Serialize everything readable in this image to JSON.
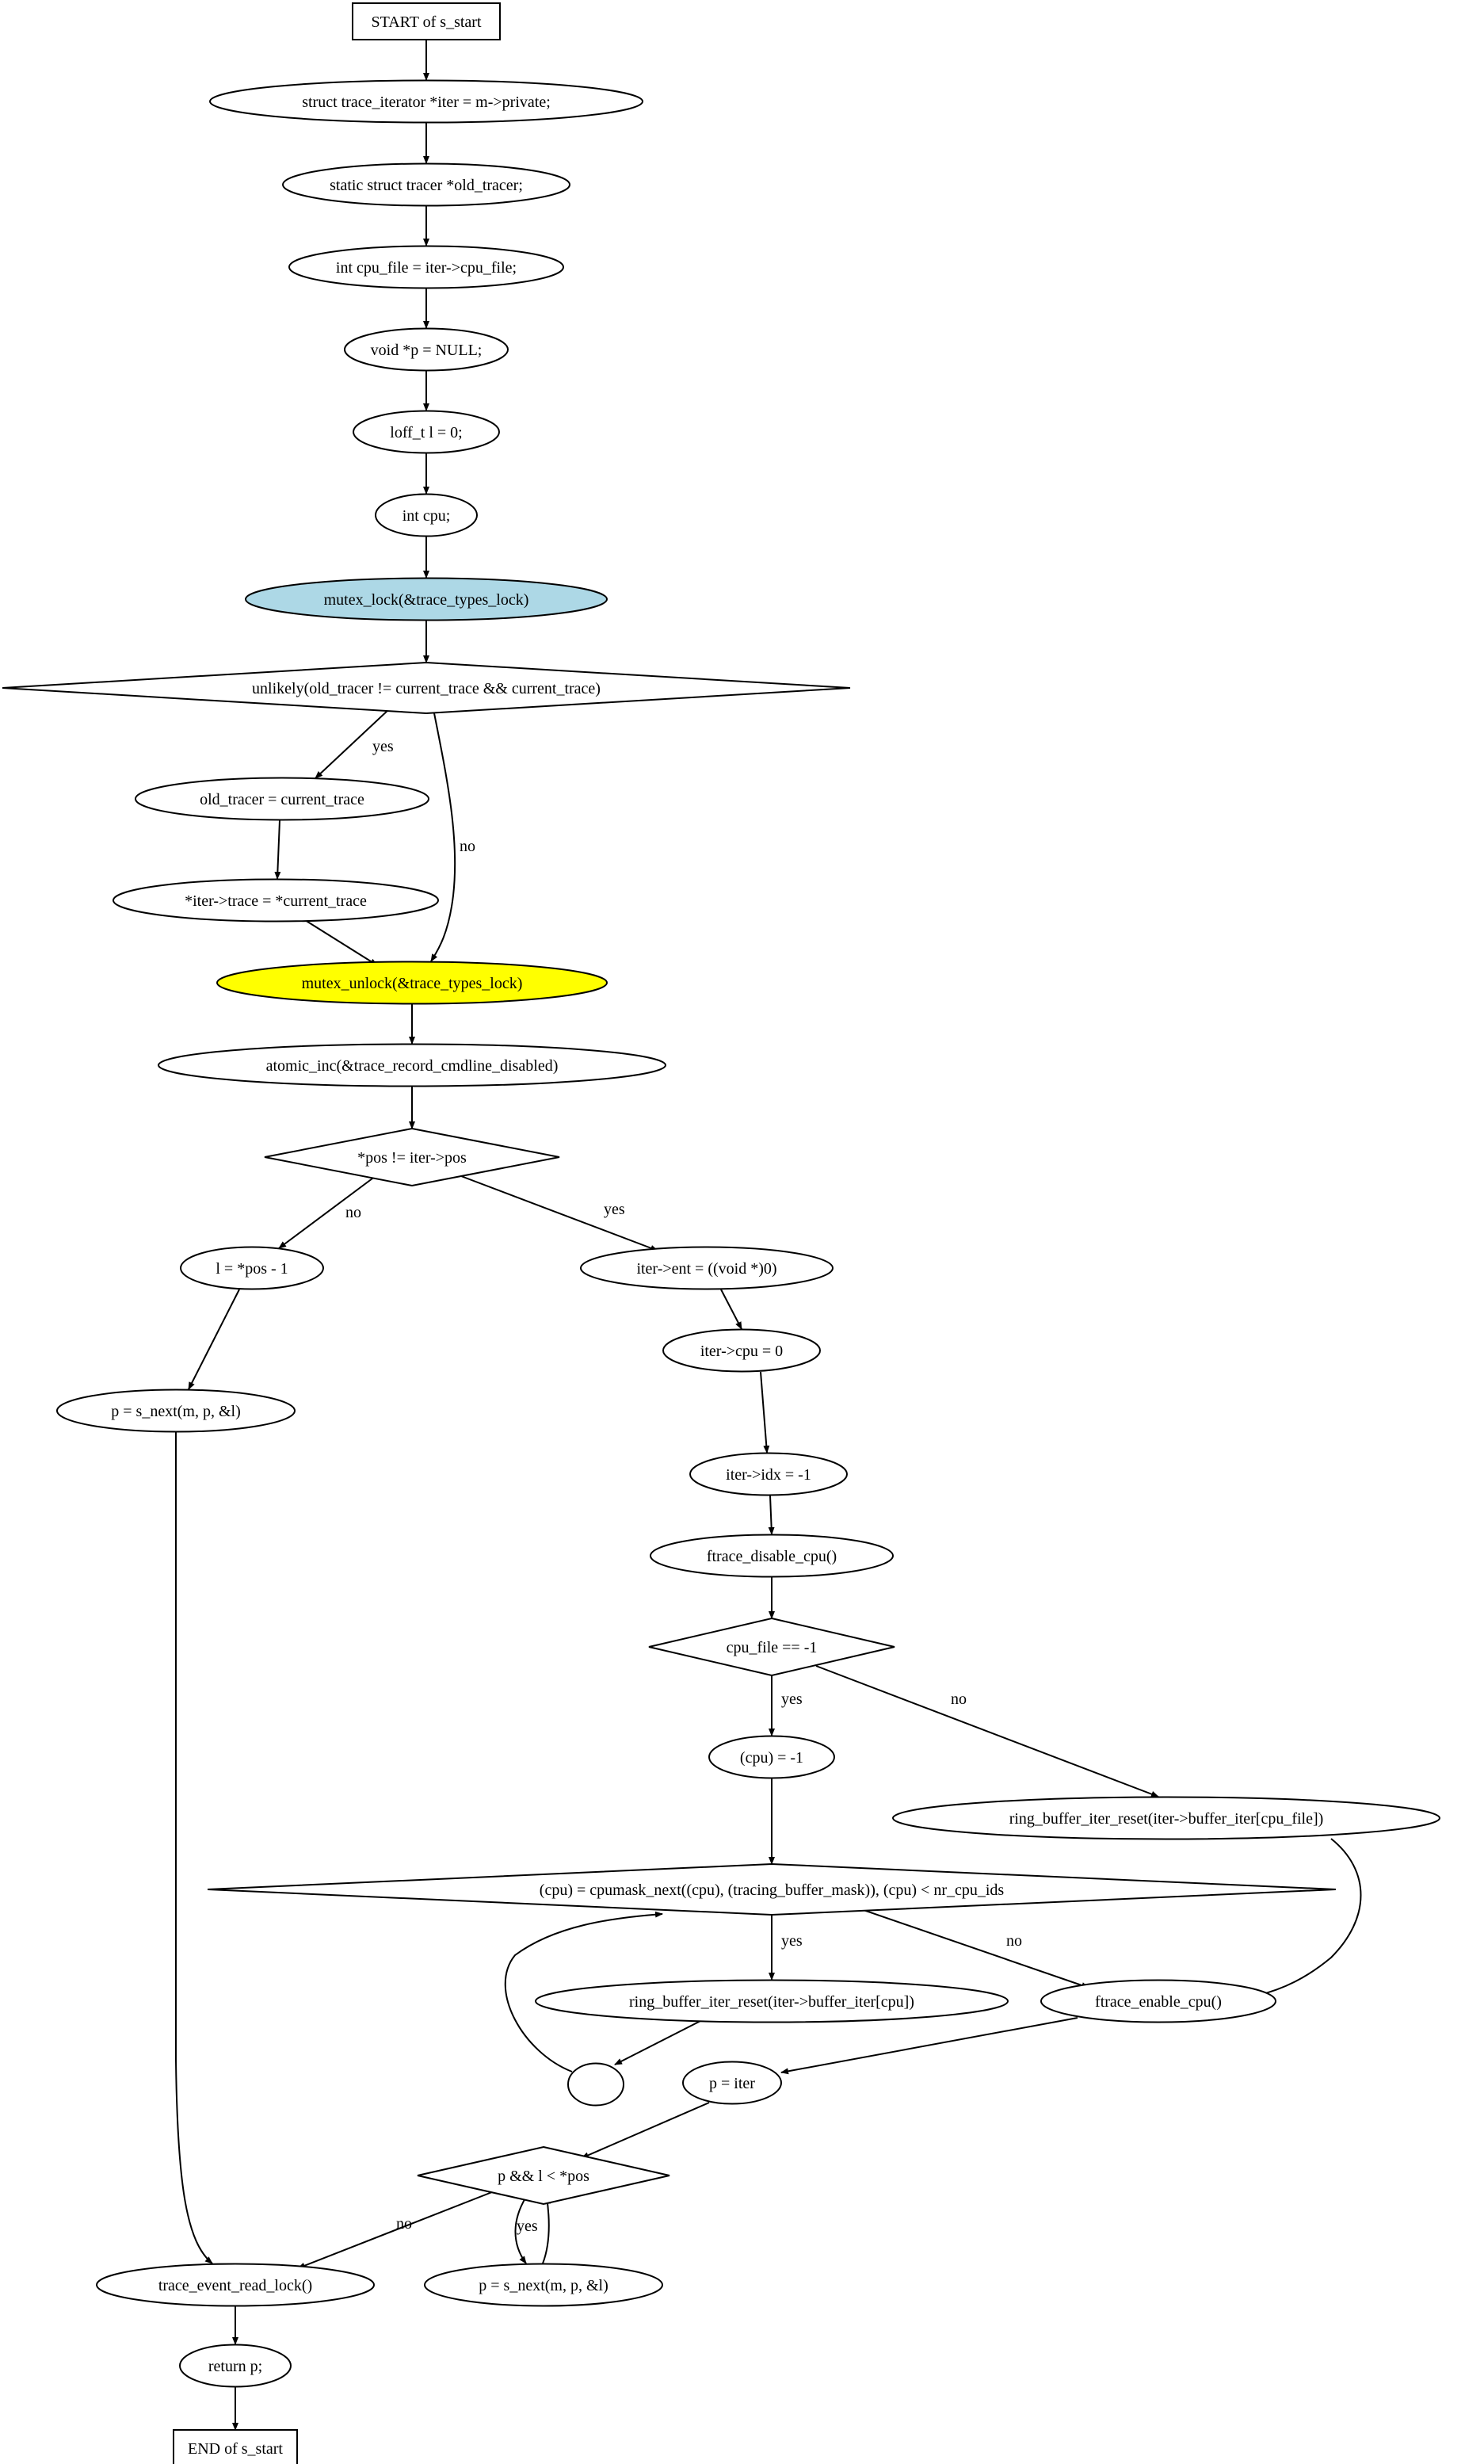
{
  "colors": {
    "background": "#ffffff",
    "stroke": "#000000",
    "default_fill": "#ffffff",
    "lock_fill": "#add8e6",
    "unlock_fill": "#ffff00"
  },
  "nodes": [
    {
      "id": "start",
      "shape": "box",
      "label": "START of s_start"
    },
    {
      "id": "n1",
      "shape": "ellipse",
      "label": "struct trace_iterator *iter = m->private;"
    },
    {
      "id": "n2",
      "shape": "ellipse",
      "label": "static struct tracer *old_tracer;"
    },
    {
      "id": "n3",
      "shape": "ellipse",
      "label": "int cpu_file = iter->cpu_file;"
    },
    {
      "id": "n4",
      "shape": "ellipse",
      "label": "void *p = NULL;"
    },
    {
      "id": "n5",
      "shape": "ellipse",
      "label": "loff_t l = 0;"
    },
    {
      "id": "n6",
      "shape": "ellipse",
      "label": "int cpu;"
    },
    {
      "id": "n7",
      "shape": "ellipse",
      "fill": "lock_fill",
      "label": "mutex_lock(&trace_types_lock)"
    },
    {
      "id": "d1",
      "shape": "diamond",
      "label": "unlikely(old_tracer != current_trace && current_trace)"
    },
    {
      "id": "n8",
      "shape": "ellipse",
      "label": "old_tracer = current_trace"
    },
    {
      "id": "n9",
      "shape": "ellipse",
      "label": "*iter->trace = *current_trace"
    },
    {
      "id": "n10",
      "shape": "ellipse",
      "fill": "unlock_fill",
      "label": "mutex_unlock(&trace_types_lock)"
    },
    {
      "id": "n11",
      "shape": "ellipse",
      "label": "atomic_inc(&trace_record_cmdline_disabled)"
    },
    {
      "id": "d2",
      "shape": "diamond",
      "label": "*pos != iter->pos"
    },
    {
      "id": "n12",
      "shape": "ellipse",
      "label": "l = *pos - 1"
    },
    {
      "id": "n13",
      "shape": "ellipse",
      "label": "p = s_next(m, p, &l)"
    },
    {
      "id": "n14",
      "shape": "ellipse",
      "label": "iter->ent = ((void *)0)"
    },
    {
      "id": "n15",
      "shape": "ellipse",
      "label": "iter->cpu = 0"
    },
    {
      "id": "n16",
      "shape": "ellipse",
      "label": "iter->idx = -1"
    },
    {
      "id": "n17",
      "shape": "ellipse",
      "label": "ftrace_disable_cpu()"
    },
    {
      "id": "d3",
      "shape": "diamond",
      "label": "cpu_file == -1"
    },
    {
      "id": "n18",
      "shape": "ellipse",
      "label": "(cpu) = -1"
    },
    {
      "id": "n19",
      "shape": "ellipse",
      "label": "ring_buffer_iter_reset(iter->buffer_iter[cpu_file])"
    },
    {
      "id": "d4",
      "shape": "diamond",
      "label": "(cpu) = cpumask_next((cpu), (tracing_buffer_mask)), (cpu) < nr_cpu_ids"
    },
    {
      "id": "n20",
      "shape": "ellipse",
      "label": "ring_buffer_iter_reset(iter->buffer_iter[cpu])"
    },
    {
      "id": "n21",
      "shape": "ellipse",
      "label": "ftrace_enable_cpu()"
    },
    {
      "id": "n22",
      "shape": "ellipse",
      "label": ""
    },
    {
      "id": "n23",
      "shape": "ellipse",
      "label": "p = iter"
    },
    {
      "id": "d5",
      "shape": "diamond",
      "label": "p && l < *pos"
    },
    {
      "id": "n24",
      "shape": "ellipse",
      "label": "trace_event_read_lock()"
    },
    {
      "id": "n25",
      "shape": "ellipse",
      "label": "p = s_next(m, p, &l)"
    },
    {
      "id": "n26",
      "shape": "ellipse",
      "label": "return p;"
    },
    {
      "id": "end",
      "shape": "box",
      "label": "END of s_start"
    }
  ],
  "edges": [
    {
      "from": "start",
      "to": "n1",
      "label": ""
    },
    {
      "from": "n1",
      "to": "n2",
      "label": ""
    },
    {
      "from": "n2",
      "to": "n3",
      "label": ""
    },
    {
      "from": "n3",
      "to": "n4",
      "label": ""
    },
    {
      "from": "n4",
      "to": "n5",
      "label": ""
    },
    {
      "from": "n5",
      "to": "n6",
      "label": ""
    },
    {
      "from": "n6",
      "to": "n7",
      "label": ""
    },
    {
      "from": "n7",
      "to": "d1",
      "label": ""
    },
    {
      "from": "d1",
      "to": "n8",
      "label": "yes"
    },
    {
      "from": "d1",
      "to": "n10",
      "label": "no"
    },
    {
      "from": "n8",
      "to": "n9",
      "label": ""
    },
    {
      "from": "n9",
      "to": "n10",
      "label": ""
    },
    {
      "from": "n10",
      "to": "n11",
      "label": ""
    },
    {
      "from": "n11",
      "to": "d2",
      "label": ""
    },
    {
      "from": "d2",
      "to": "n12",
      "label": "no"
    },
    {
      "from": "d2",
      "to": "n14",
      "label": "yes"
    },
    {
      "from": "n12",
      "to": "n13",
      "label": ""
    },
    {
      "from": "n13",
      "to": "n24",
      "label": ""
    },
    {
      "from": "n14",
      "to": "n15",
      "label": ""
    },
    {
      "from": "n15",
      "to": "n16",
      "label": ""
    },
    {
      "from": "n16",
      "to": "n17",
      "label": ""
    },
    {
      "from": "n17",
      "to": "d3",
      "label": ""
    },
    {
      "from": "d3",
      "to": "n18",
      "label": "yes"
    },
    {
      "from": "d3",
      "to": "n19",
      "label": "no"
    },
    {
      "from": "n18",
      "to": "d4",
      "label": ""
    },
    {
      "from": "d4",
      "to": "n20",
      "label": "yes"
    },
    {
      "from": "d4",
      "to": "n21",
      "label": "no"
    },
    {
      "from": "n19",
      "to": "n21",
      "label": ""
    },
    {
      "from": "n20",
      "to": "n22",
      "label": ""
    },
    {
      "from": "n22",
      "to": "d4",
      "label": ""
    },
    {
      "from": "n21",
      "to": "n23",
      "label": ""
    },
    {
      "from": "n23",
      "to": "d5",
      "label": ""
    },
    {
      "from": "d5",
      "to": "n24",
      "label": "no"
    },
    {
      "from": "d5",
      "to": "n25",
      "label": "yes"
    },
    {
      "from": "n25",
      "to": "d5",
      "label": ""
    },
    {
      "from": "n24",
      "to": "n26",
      "label": ""
    },
    {
      "from": "n26",
      "to": "end",
      "label": ""
    }
  ]
}
